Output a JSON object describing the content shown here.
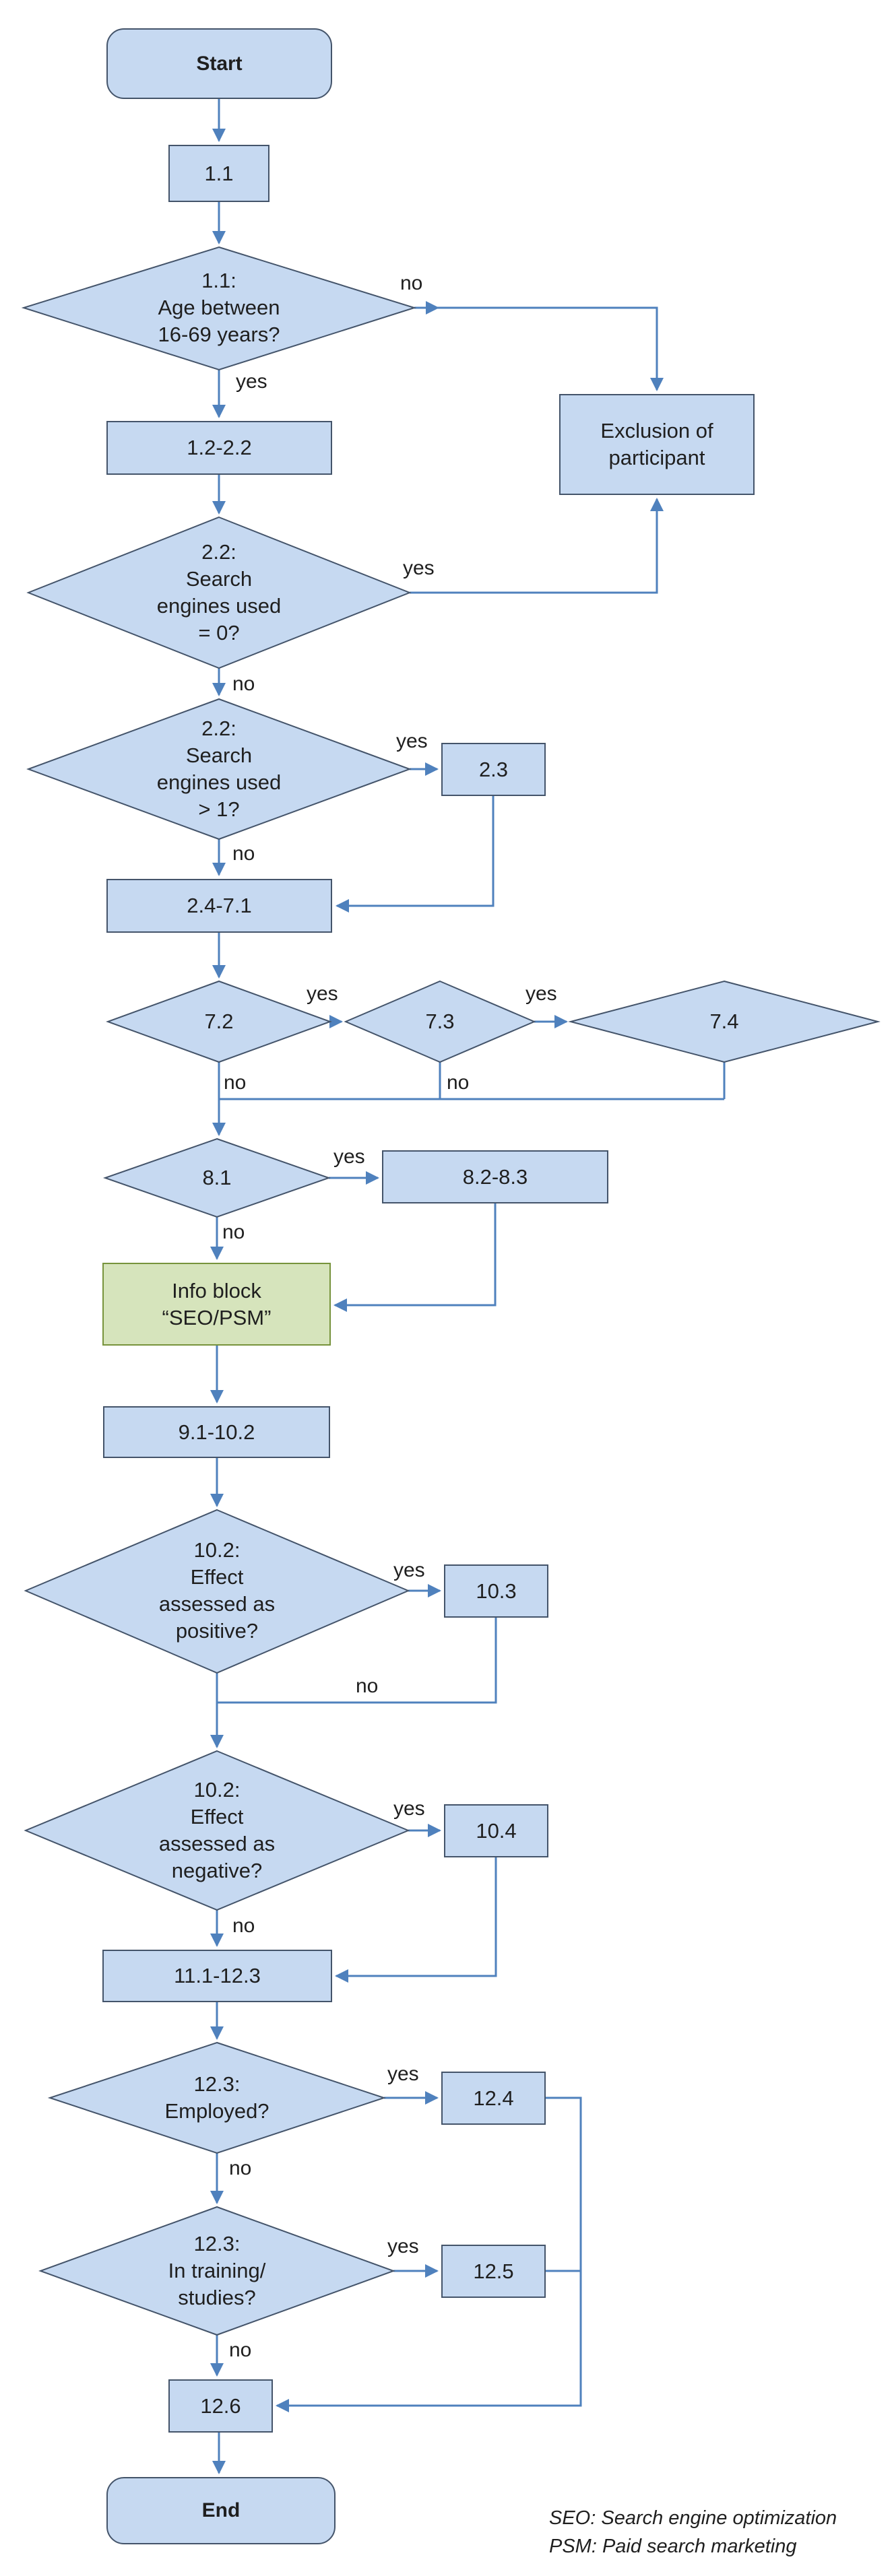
{
  "edge_labels": {
    "yes": "yes",
    "no": "no"
  },
  "nodes": {
    "start": "Start",
    "step_1_1": "1.1",
    "age_check": {
      "lines": [
        "1.1:",
        "Age between",
        "16-69 years?"
      ]
    },
    "exclusion": {
      "lines": [
        "Exclusion of",
        "participant"
      ]
    },
    "step_1_2_2_2": "1.2-2.2",
    "search_engines_zero": {
      "lines": [
        "2.2:",
        "Search",
        "engines used",
        "= 0?"
      ]
    },
    "search_engines_gt1": {
      "lines": [
        "2.2:",
        "Search",
        "engines used",
        "> 1?"
      ]
    },
    "step_2_3": "2.3",
    "step_2_4_7_1": "2.4-7.1",
    "d_7_2": "7.2",
    "d_7_3": "7.3",
    "d_7_4": "7.4",
    "d_8_1": "8.1",
    "step_8_2_8_3": "8.2-8.3",
    "info_block": {
      "lines": [
        "Info block",
        "“SEO/PSM”"
      ]
    },
    "step_9_1_10_2": "9.1-10.2",
    "effect_positive": {
      "lines": [
        "10.2:",
        "Effect",
        "assessed as",
        "positive?"
      ]
    },
    "step_10_3": "10.3",
    "effect_negative": {
      "lines": [
        "10.2:",
        "Effect",
        "assessed as",
        "negative?"
      ]
    },
    "step_10_4": "10.4",
    "step_11_1_12_3": "11.1-12.3",
    "employed": {
      "lines": [
        "12.3:",
        "Employed?"
      ]
    },
    "step_12_4": "12.4",
    "in_training": {
      "lines": [
        "12.3:",
        "In training/",
        "studies?"
      ]
    },
    "step_12_5": "12.5",
    "step_12_6": "12.6",
    "end": "End"
  },
  "legend": {
    "line1": "SEO: Search engine optimization",
    "line2": "PSM: Paid search marketing"
  },
  "colors": {
    "node_fill": "#C6D9F1",
    "node_border": "#44546A",
    "info_fill": "#D6E4BC",
    "info_border": "#77933C",
    "arrow": "#4F81BD",
    "text": "#1F1F1F"
  }
}
